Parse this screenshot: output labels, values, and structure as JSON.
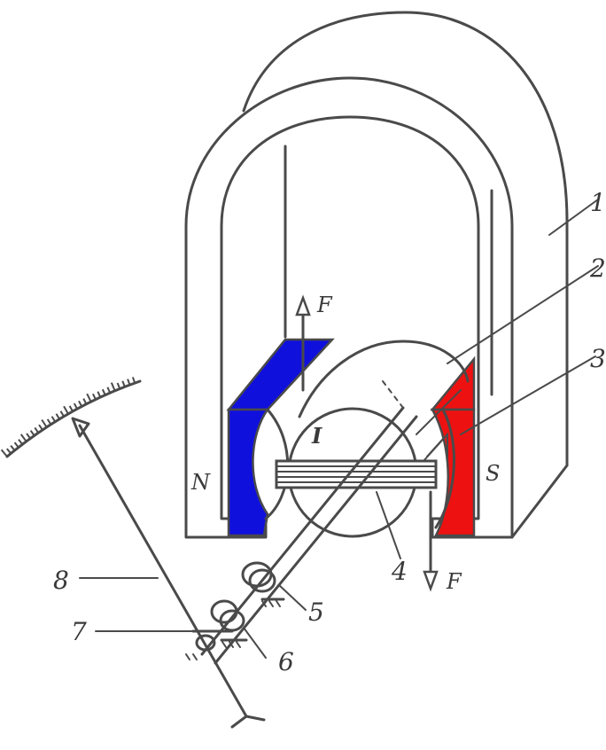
{
  "labels": {
    "magnet": "1",
    "rotor_cylinder": "2",
    "pole_piece": "3",
    "coil": "4",
    "spring_upper": "5",
    "spring_lower": "6",
    "corrector": "7",
    "pointer": "8",
    "pole_north": "N",
    "pole_south": "S",
    "current": "I",
    "force_top": "F",
    "force_bottom": "F"
  },
  "colors": {
    "north_pole": "#1010dd",
    "south_pole": "#ee1111",
    "line": "#4a4a4a",
    "background": "#ffffff"
  }
}
